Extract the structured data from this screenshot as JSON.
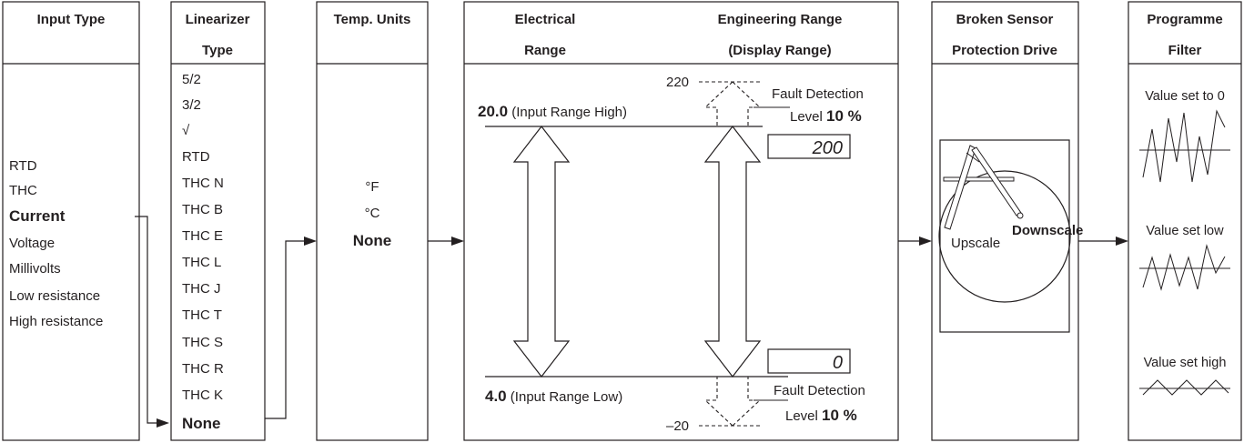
{
  "colors": {
    "line": "#231f20",
    "background": "#ffffff"
  },
  "input_type": {
    "header": "Input Type",
    "items": [
      "RTD",
      "THC",
      "Current",
      "Voltage",
      "Millivolts",
      "Low resistance",
      "High resistance"
    ]
  },
  "linearizer": {
    "header_line1": "Linearizer",
    "header_line2": "Type",
    "items": [
      "5/2",
      "3/2",
      "√",
      "RTD",
      "THC N",
      "THC B",
      "THC E",
      "THC L",
      "THC J",
      "THC T",
      "THC S",
      "THC R",
      "THC K",
      "None"
    ]
  },
  "temp_units": {
    "header": "Temp. Units",
    "items": [
      "°F",
      "°C",
      "None"
    ]
  },
  "range": {
    "electrical_header_line1": "Electrical",
    "electrical_header_line2": "Range",
    "engineering_header_line1": "Engineering Range",
    "engineering_header_line2": "(Display Range)",
    "high_value": "20.0",
    "high_label": " (Input Range High)",
    "low_value": "4.0",
    "low_label": " (Input Range Low)",
    "upper_limit": "220",
    "lower_limit": "–20",
    "fault_detection": "Fault Detection",
    "level_prefix": "Level ",
    "level_value": "10 %",
    "display_high": "200",
    "display_low": "0"
  },
  "broken_sensor": {
    "header_line1": "Broken Sensor",
    "header_line2": "Protection Drive",
    "upscale": "Upscale",
    "downscale": "Downscale"
  },
  "filter": {
    "header_line1": "Programme",
    "header_line2": "Filter",
    "items": [
      "Value set to 0",
      "Value set low",
      "Value set high"
    ]
  }
}
